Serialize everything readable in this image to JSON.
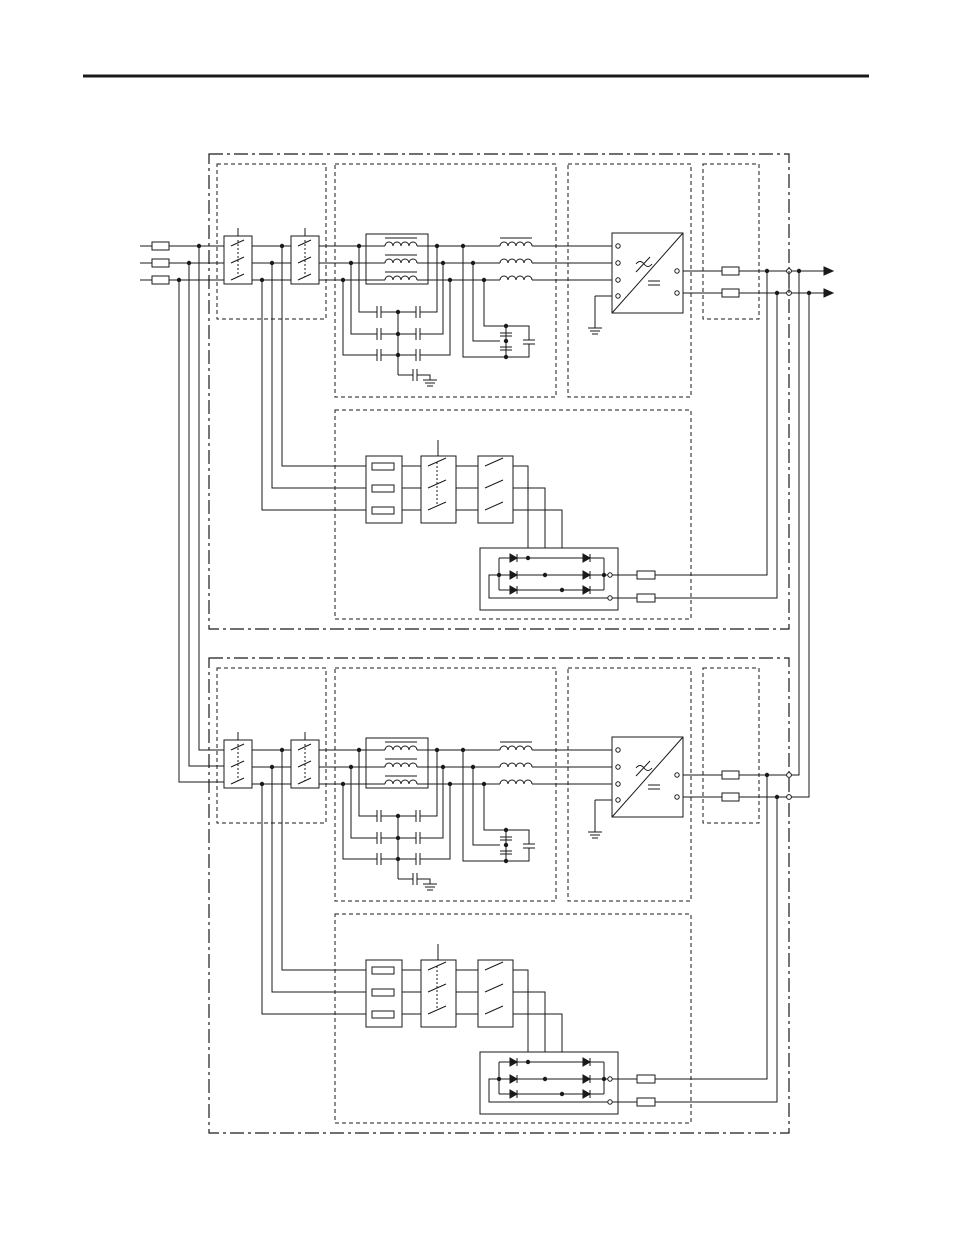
{
  "page": {
    "title": "",
    "colors": {
      "line": "#1a1a1a",
      "background": "#ffffff"
    }
  },
  "diagram": {
    "kind": "three-phase power electronics schematic",
    "modules": [
      {
        "name": "module-1",
        "blocks": [
          "disconnect-switches",
          "lcl-filter",
          "converter",
          "output-fuses",
          "precharge-circuit"
        ]
      },
      {
        "name": "module-2",
        "blocks": [
          "disconnect-switches",
          "lcl-filter",
          "converter",
          "output-fuses",
          "precharge-circuit"
        ]
      }
    ],
    "input_phases": 3,
    "dc_outputs": 2,
    "icons": [
      "fuse-icon",
      "switch-icon",
      "inductor-icon",
      "capacitor-icon",
      "ground-icon",
      "ac-dc-converter-icon",
      "diode-icon",
      "arrow-icon"
    ]
  }
}
